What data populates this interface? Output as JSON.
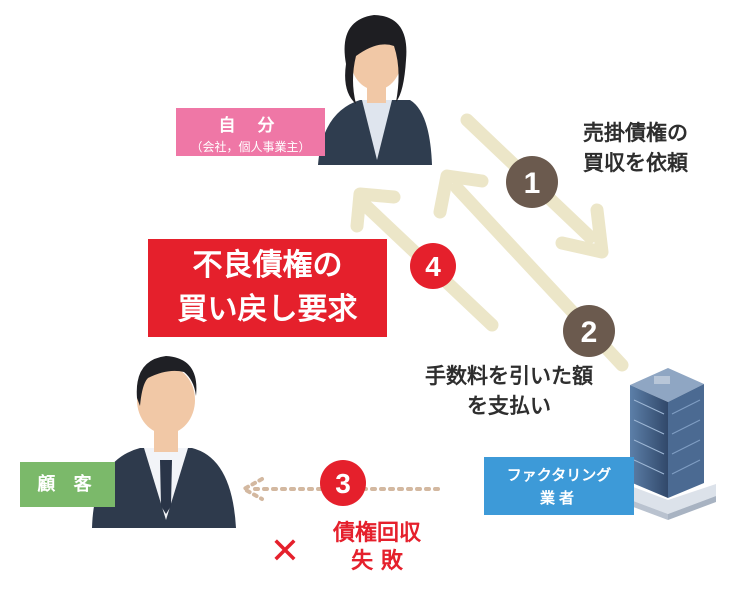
{
  "nodes": {
    "self": {
      "name": "自 分",
      "sub": "（会社，個人事業主）",
      "color": "#ef77a6"
    },
    "customer": {
      "name": "顧 客",
      "color": "#7bb96a"
    },
    "factoring": {
      "name_line1": "ファクタリング",
      "name_line2": "業者",
      "color": "#3d9ad8"
    }
  },
  "steps": [
    {
      "number": "1",
      "text_lines": [
        "売掛債権の",
        "買収を依頼"
      ],
      "badge_color": "#6b5a4e"
    },
    {
      "number": "2",
      "text_lines": [
        "手数料を引いた額",
        "を支払い"
      ],
      "badge_color": "#6b5a4e"
    },
    {
      "number": "3",
      "mark": "✕",
      "text_lines": [
        "債権回収",
        "失 敗"
      ],
      "badge_color": "#e5202c"
    },
    {
      "number": "4",
      "text_lines": [
        "不良債権の",
        "買い戻し要求"
      ],
      "badge_color": "#e5202c"
    }
  ],
  "colors": {
    "arrow": "#ece6c8",
    "dotted_arrow": "#d3b8a0",
    "accent_red": "#e5202c",
    "text_dark": "#2e2e2e"
  }
}
